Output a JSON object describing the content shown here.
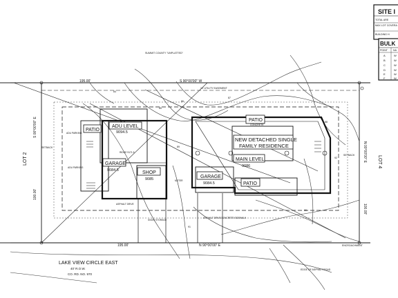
{
  "site_table": {
    "title": "SITE I",
    "rows": [
      "TOTAL ARE",
      "MAX LOT COVERA",
      "BUILDING H"
    ]
  },
  "bulk_table": {
    "title": "BULK",
    "headers": [
      "POINT",
      "NA"
    ],
    "points": [
      "A",
      "B",
      "C",
      "D",
      "E",
      "F"
    ],
    "names": [
      "W",
      "W",
      "W",
      "W",
      "W",
      "W"
    ]
  },
  "annotations": {
    "county": "SUMMIT COUNTY \"UNPLATTED\"",
    "north_dim": "195.00'",
    "north_bearing": "S 90°00'00\" W",
    "utility_easement": "10' UTILITY EASEMENT",
    "south_dim": "195.00'",
    "south_bearing": "N 90°00'00\" E",
    "west_bearing": "S 00°00'00\" E",
    "west_length": "100.00'",
    "east_bearing": "N 00°00'00\" E",
    "east_length": "100.00'",
    "lot_left": "LOT 2",
    "lot_right": "LOT 4",
    "setback": "SETBACK",
    "adu_parking": "ADU PARKING",
    "asphalt_drive": "ASPHALT DRIVE",
    "snow_storage": "SNOW STORAGE",
    "meter": "METER",
    "concrete_sidewalk": "CONCRETE SIDEWALK",
    "asphalt_drive_2": "ASPHALT DRIVE",
    "ridge_elev": "RIDGE 9171.5",
    "road_name": "LAKE VIEW CIRCLE EAST",
    "road_row": "40' R.O.W.",
    "road_county": "CO. RD. NO. 970",
    "edge_asphalt": "EDGE OF ASPHALT ROAD",
    "encroachment": "ENCROACHMENT"
  },
  "adu": {
    "patio": "PATIO",
    "level": "ADU LEVEL",
    "level_elev": "9094.5",
    "garage": "GARAGE",
    "garage_elev": "9084.5",
    "shop": "SHOP",
    "shop_elev": "9085"
  },
  "main_house": {
    "patio_top": "PATIO",
    "patio_top_sub": "CONCRETE",
    "title_line1": "NEW DETACHED SINGLE",
    "title_line2": "FAMILY RESIDENCE",
    "main_level": "MAIN LEVEL",
    "main_level_elev": "9086",
    "garage": "GARAGE",
    "garage_elev": "9084.5",
    "patio_bottom": "PATIO"
  },
  "contours": [
    "84",
    "85",
    "86",
    "87",
    "88",
    "89",
    "90",
    "91",
    "92"
  ]
}
